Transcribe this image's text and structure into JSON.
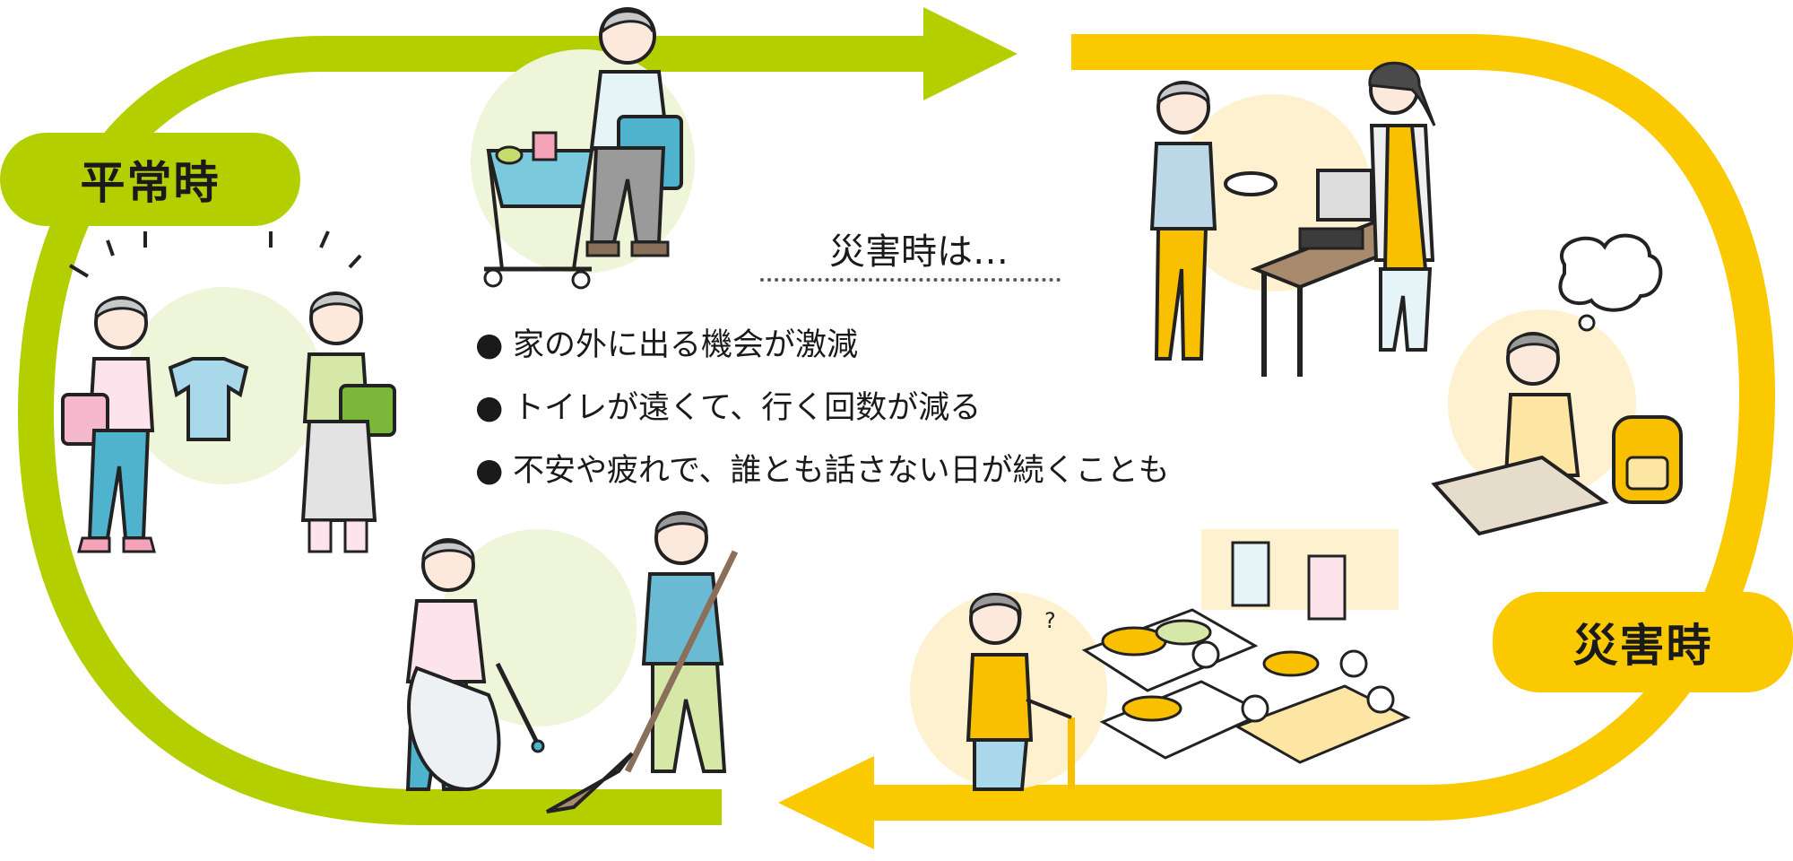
{
  "labels": {
    "normal": "平常時",
    "disaster": "災害時"
  },
  "info": {
    "heading": "災害時は…",
    "bullet_glyph": "●",
    "items": [
      "家の外に出る機会が激減",
      "トイレが遠くて、行く回数が減る",
      "不安や疲れで、誰とも話さない日が続くことも"
    ]
  },
  "colors": {
    "normal_green": "#b3cf00",
    "disaster_yellow": "#fac900",
    "text": "#1a1a1a",
    "line": "#222222",
    "soft_green_bg": "#eef5d8",
    "soft_yellow_bg": "#fdf1cf",
    "skin": "#fde9dc",
    "hair": "#c8c8c8"
  },
  "scenes": [
    {
      "id": "shopping",
      "icon": "shopping-cart-icon"
    },
    {
      "id": "chatting",
      "icon": "neighbors-chatting-icon"
    },
    {
      "id": "cleaning",
      "icon": "community-cleanup-icon"
    },
    {
      "id": "food-distribution",
      "icon": "soup-kitchen-icon"
    },
    {
      "id": "sitting-alone",
      "icon": "sitting-alone-icon"
    },
    {
      "id": "evacuation-shelter",
      "icon": "evacuation-shelter-icon"
    }
  ]
}
